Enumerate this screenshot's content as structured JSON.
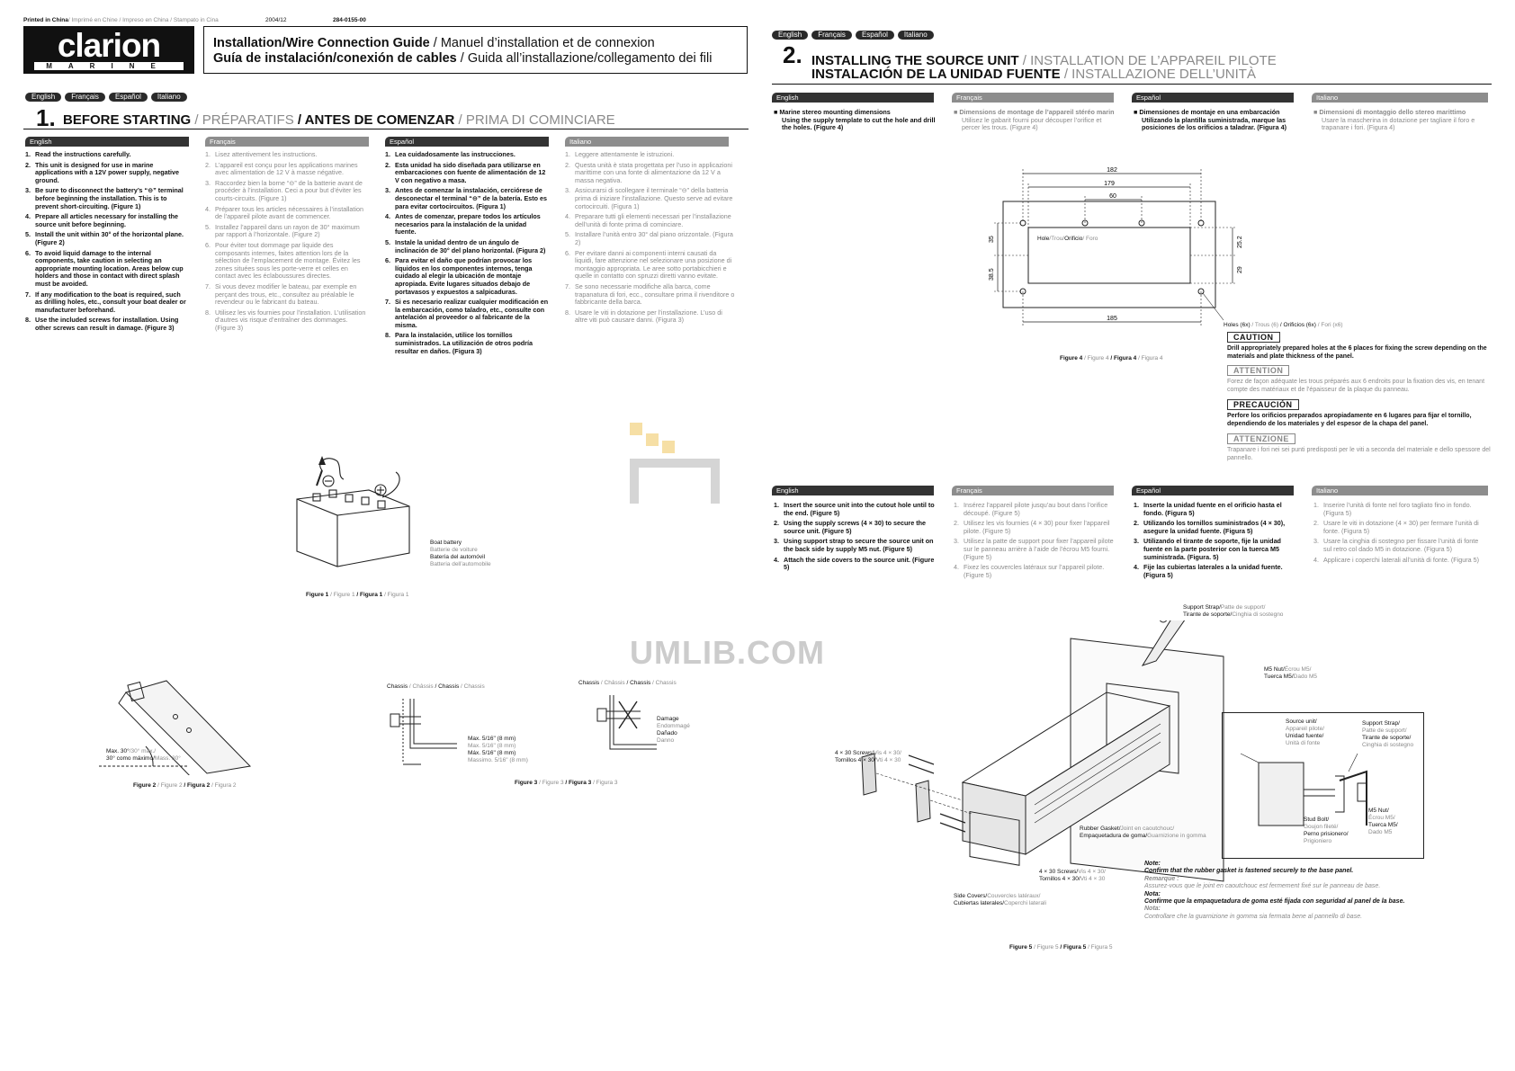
{
  "header": {
    "printed": "Printed in China",
    "printed_tr": "/ Imprimé en Chine / Impreso en China / Stampato in Cina",
    "date": "2004/12",
    "partno": "284-0155-00",
    "logo_main": "clarion",
    "logo_sub": "MARINE",
    "title_en": "Installation/Wire Connection Guide",
    "title_fr": " / Manuel d’installation et de connexion",
    "title_es": "Guía de instalación/conexión de cables",
    "title_it": " / Guida all’installazione/collegamento dei fili"
  },
  "languages": [
    "English",
    "Français",
    "Español",
    "Italiano"
  ],
  "section1": {
    "num": "1.",
    "title_en": "BEFORE STARTING",
    "title_fr": " / PRÉPARATIFS",
    "title_es": " / ANTES DE COMENZAR",
    "title_it": " / PRIMA DI COMINCIARE",
    "en": [
      "Read the instructions carefully.",
      "This unit is designed for use in marine applications with a 12V power supply, negative ground.",
      "Be sure to disconnect the battery’s “⊖” terminal before beginning the installation. This is to prevent short-circuiting. (Figure 1)",
      "Prepare all articles necessary for installing the source unit before beginning.",
      "Install the unit within 30° of the horizontal plane. (Figure 2)",
      "To avoid liquid damage to the internal components, take caution in selecting an appropriate mounting location. Areas below cup holders and those in contact with direct splash must be avoided.",
      "If any modification to the boat is required, such as drilling holes, etc., consult your boat dealer or manufacturer beforehand.",
      "Use the included screws for installation. Using other screws can result in damage. (Figure 3)"
    ],
    "fr": [
      "Lisez attentivement les instructions.",
      "L’appareil est conçu pour les applications marines avec alimentation de 12 V à masse négative.",
      "Raccordez bien la borne “⊖” de la batterie avant de procéder à l’installation. Ceci a pour but d’éviter les courts-circuits. (Figure 1)",
      "Préparer tous les articles nécessaires à l’installation de l’appareil pilote avant de commencer.",
      "Installez l’appareil dans un rayon de 30° maximum par rapport à l’horizontale. (Figure 2)",
      "Pour éviter tout dommage par liquide des composants internes, faites attention lors de la sélection de l’emplacement de montage. Évitez les zones situées sous les porte-verre et celles en contact avec les éclaboussures directes.",
      "Si vous devez modifier le bateau, par exemple en perçant des trous, etc., consultez au préalable le revendeur ou le fabricant du bateau.",
      "Utilisez les vis fournies pour l’installation. L’utilisation d’autres vis risque d’entraîner des dommages. (Figure 3)"
    ],
    "es": [
      "Lea cuidadosamente las instrucciones.",
      "Esta unidad ha sido diseñada para utilizarse en embarcaciones con fuente de alimentación de 12 V con negativo a masa.",
      "Antes de comenzar la instalación, cerciórese de desconectar el terminal “⊖” de la batería. Esto es para evitar cortocircuitos. (Figura 1)",
      "Antes de comenzar, prepare todos los artículos necesarios para la instalación de la unidad fuente.",
      "Instale la unidad dentro de un ángulo de inclinación de 30° del plano horizontal. (Figura 2)",
      "Para evitar el daño que podrían provocar los líquidos en los componentes internos, tenga cuidado al elegir la ubicación de montaje apropiada. Evite lugares situados debajo de portavasos y expuestos a salpicaduras.",
      "Si es necesario realizar cualquier modificación en la embarcación, como taladro, etc., consulte con antelación al proveedor o al fabricante de la misma.",
      "Para la instalación, utilice los tornillos suministrados. La utilización de otros podría resultar en daños. (Figura 3)"
    ],
    "it": [
      "Leggere attentamente le istruzioni.",
      "Questa unità è stata progettata per l’uso in applicazioni marittime con una fonte di alimentazione da 12 V a massa negativa.",
      "Assicurarsi di scollegare il terminale “⊖” della batteria prima di iniziare l’installazione. Questo serve ad evitare cortocircuiti. (Figura 1)",
      "Preparare tutti gli elementi necessari per l’installazione dell’unità di fonte prima di cominciare.",
      "Installare l’unità entro 30° dal piano orizzontale. (Figura 2)",
      "Per evitare danni ai componenti interni causati da liquidi, fare attenzione nel selezionare una posizione di montaggio appropriata. Le aree sotto portabicchieri e quelle in contatto con spruzzi diretti vanno evitate.",
      "Se sono necessarie modifiche alla barca, come trapanatura di fori, ecc., consultare prima il rivenditore o fabbricante della barca.",
      "Usare le viti in dotazione per l’installazione. L’uso di altre viti può causare danni. (Figura 3)"
    ]
  },
  "figure1": {
    "label_en": "Boat battery",
    "label_fr": "Batterie de voiture",
    "label_es": "Batería del automóvil",
    "label_it": "Batteria dell’automobile",
    "caption_en": "Figure 1",
    "caption_fr": " / Figure 1",
    "caption_es": " / Figura 1",
    "caption_it": " / Figura 1"
  },
  "figure2": {
    "max_en": "Max. 30°",
    "max_fr": "/30° max./",
    "max_es": "30° como máximo/",
    "max_it": "Mass. 30°",
    "caption_en": "Figure 2",
    "caption_fr": " / Figure 2",
    "caption_es": " / Figura 2",
    "caption_it": " / Figura 2"
  },
  "figure3": {
    "chassis_en": "Chassis",
    "chassis_fr": " / Châssis",
    "chassis_es": " / Chassis",
    "chassis_it": " / Chassis",
    "max_en": "Max. 5/16\" (8 mm)",
    "max_fr": "Max. 5/16\" (8 mm)",
    "max_es": "Máx. 5/16\" (8 mm)",
    "max_it": "Massimo. 5/16\" (8 mm)",
    "damage_en": "Damage",
    "damage_fr": "Endommagé",
    "damage_es": "Dañado",
    "damage_it": "Danno",
    "caption_en": "Figure 3",
    "caption_fr": " / Figure 3",
    "caption_es": " / Figura 3",
    "caption_it": " / Figura 3"
  },
  "section2": {
    "num": "2.",
    "title1_en": "INSTALLING THE SOURCE UNIT",
    "title1_fr": " / INSTALLATION DE L’APPAREIL PILOTE",
    "title2_es": "INSTALACIÓN DE LA UNIDAD FUENTE",
    "title2_it": " / INSTALLAZIONE DELL’UNITÀ",
    "dim_en_head": "Marine stereo mounting dimensions",
    "dim_en_body": "Using the supply template to cut the hole and drill the holes. (Figure 4)",
    "dim_fr_head": "Dimensions de montage de l’appareil stéréo marin",
    "dim_fr_body": "Utilisez le gabarit fourni pour découper l’orifice et percer les trous. (Figure 4)",
    "dim_es_head": "Dimensiones de montaje en una embarcación",
    "dim_es_body": "Utilizando la plantilla suministrada, marque las posiciones de los orificios a taladrar. (Figura 4)",
    "dim_it_head": "Dimensioni di montaggio dello stereo marittimo",
    "dim_it_body": "Usare la mascherina in dotazione per tagliare il foro e trapanare i fori. (Figura 4)"
  },
  "figure4": {
    "dims": [
      "182",
      "179",
      "60",
      "185",
      "35",
      "38.5",
      "25.2",
      "29"
    ],
    "hole_en": "Hole",
    "hole_fr": "/Trou/",
    "hole_es": "Orificio",
    "hole_it": "/ Foro",
    "holes_en": "Holes (6x)",
    "holes_fr": " / Trous (6)",
    "holes_es": " / Orificios (6x)",
    "holes_it": " / Fori (x6)",
    "caption_en": "Figure 4",
    "caption_fr": " / Figure 4",
    "caption_es": " / Figura 4",
    "caption_it": " / Figura 4"
  },
  "cautions": {
    "caution_label": "CAUTION",
    "caution_text": "Drill appropriately prepared holes at the 6 places for fixing the screw depending on the materials and plate thickness of the panel.",
    "attention_label": "ATTENTION",
    "attention_text": "Forez de façon adéquate les trous préparés aux 6 endroits pour la fixation des vis, en tenant compte des matériaux et de l’épaisseur de la plaque du panneau.",
    "precaucion_label": "PRECAUCIÓN",
    "precaucion_text": "Perfore los orificios preparados apropiadamente en 6 lugares para fijar el tornillo, dependiendo de los materiales y del espesor de la chapa del panel.",
    "attenzione_label": "ATTENZIONE",
    "attenzione_text": "Trapanare i fori nei sei punti predisposti per le viti a seconda del materiale e dello spessore del pannello."
  },
  "install": {
    "en": [
      "Insert the source unit into the cutout hole until to the end. (Figure 5)",
      "Using the supply screws (4 × 30) to secure the source unit. (Figure 5)",
      "Using support strap to secure the source unit on the back side by supply M5 nut. (Figure 5)",
      "Attach the side covers to the source unit. (Figure 5)"
    ],
    "fr": [
      "Insérez l’appareil pilote jusqu’au bout dans l’orifice découpé. (Figure 5)",
      "Utilisez les vis fournies (4 × 30) pour fixer l’appareil pilote. (Figure 5)",
      "Utilisez la patte de support pour fixer l’appareil pilote sur le panneau arrière à l’aide de l’écrou M5 fourni. (Figure 5)",
      "Fixez les couvercles latéraux sur l’appareil pilote. (Figure 5)"
    ],
    "es": [
      "Inserte la unidad fuente en el orificio hasta el fondo. (Figura 5)",
      "Utilizando los tornillos suministrados (4 × 30), asegure la unidad fuente. (Figura 5)",
      "Utilizando el tirante de soporte, fije la unidad fuente en la parte posterior con la tuerca M5 suministrada. (Figura. 5)",
      "Fije las cubiertas laterales a la unidad fuente. (Figura 5)"
    ],
    "it": [
      "Inserire l’unità di fonte nel foro tagliato fino in fondo. (Figura 5)",
      "Usare le viti in dotazione (4 × 30) per fermare l’unità di fonte. (Figura 5)",
      "Usare la cinghia di sostegno per fissare l’unità di fonte sul retro col dado M5 in dotazione. (Figura 5)",
      "Applicare i coperchi laterali all’unità di fonte. (Figura 5)"
    ]
  },
  "figure5": {
    "strap_en": "Support Strap/",
    "strap_fr": "Patte de support/",
    "strap_es": "Tirante de soporte/",
    "strap_it": "Cinghia di sostegno",
    "nut_en": "M5 Nut/",
    "nut_fr": "Écrou M5/",
    "nut_es": "Tuerca M5/",
    "nut_it": "Dado M5",
    "screws_en": "4 × 30 Screws/",
    "screws_fr": "Vis 4 × 30/",
    "screws_es": "Tornillos 4 × 30/",
    "screws_it": "Vti 4 × 30",
    "gasket_en": "Rubber Gasket/",
    "gasket_fr": "Joint en caoutchouc/",
    "gasket_es": "Empaquetadura de goma/",
    "gasket_it": "Guarnizione in gomma",
    "covers_en": "Side Covers/",
    "covers_fr": "Couvercles latéraux/",
    "covers_es": "Cubiertas laterales/",
    "covers_it": "Coperchi laterali",
    "unit_en": "Source unit/",
    "unit_fr": "Appareil pilote/",
    "unit_es": "Unidad fuente/",
    "unit_it": "Unità di fonte",
    "bolt_en": "Stud Bolt/",
    "bolt_fr": "Goujon fileté/",
    "bolt_es": "Perno prisionero/",
    "bolt_it": "Prigioniero",
    "caption_en": "Figure 5",
    "caption_fr": " / Figure 5",
    "caption_es": " / Figura 5",
    "caption_it": " / Figura 5"
  },
  "notes": {
    "en_label": "Note:",
    "en_text": "Confirm that the rubber gasket is fastened securely to the base panel.",
    "fr_label": "Remarque :",
    "fr_text": "Assurez-vous que le joint en caoutchouc est fermement fixé sur le panneau de base.",
    "es_label": "Nota:",
    "es_text": "Confirme que la empaquetadura de goma esté fijada con seguridad al panel de la base.",
    "it_label": "Nota:",
    "it_text": "Controllare che la guarnizione in gomma sia fermata bene al pannello di base."
  },
  "watermark": "UMLIB.COM"
}
